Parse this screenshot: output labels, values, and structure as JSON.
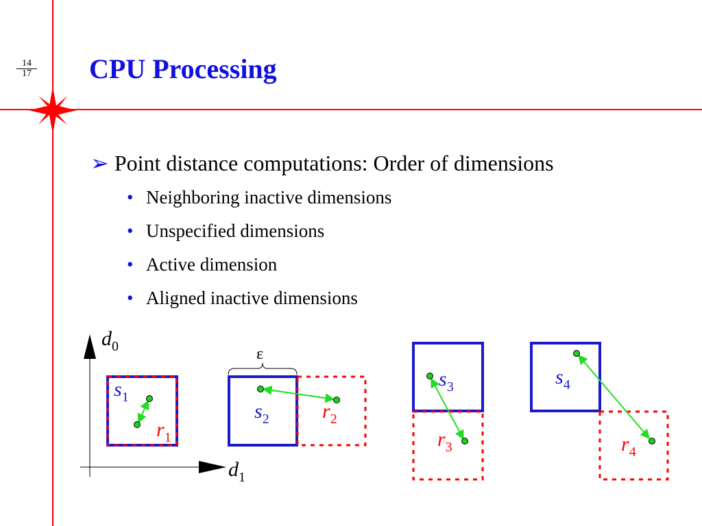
{
  "page": {
    "current": "14",
    "total": "17"
  },
  "title": "CPU Processing",
  "main_bullet": "Point distance computations: Order of dimensions",
  "sub_bullets": [
    "Neighboring inactive dimensions",
    "Unspecified dimensions",
    "Active dimension",
    "Aligned inactive dimensions"
  ],
  "diagram": {
    "axis_y": {
      "base": "d",
      "sub": "0"
    },
    "axis_x": {
      "base": "d",
      "sub": "1"
    },
    "epsilon": "ε",
    "s1": {
      "base": "s",
      "sub": "1"
    },
    "r1": {
      "base": "r",
      "sub": "1"
    },
    "s2": {
      "base": "s",
      "sub": "2"
    },
    "r2": {
      "base": "r",
      "sub": "2"
    },
    "s3": {
      "base": "s",
      "sub": "3"
    },
    "r3": {
      "base": "r",
      "sub": "3"
    },
    "s4": {
      "base": "s",
      "sub": "4"
    },
    "r4": {
      "base": "r",
      "sub": "4"
    }
  },
  "colors": {
    "accent_red": "#ff0000",
    "title_blue": "#1010e0",
    "box_blue": "#1a1acc",
    "arrow_green": "#22dd22"
  }
}
